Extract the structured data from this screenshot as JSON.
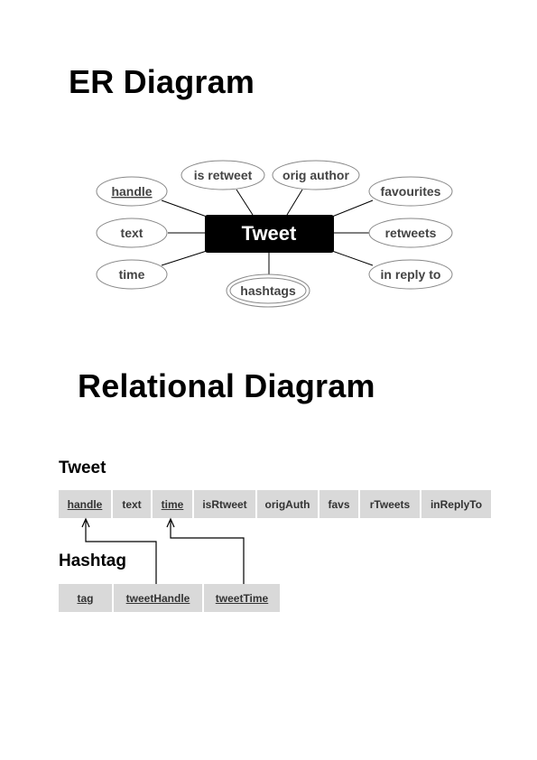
{
  "er_diagram": {
    "title": "ER Diagram",
    "entity": "Tweet",
    "attributes": [
      {
        "label": "handle",
        "key": true
      },
      {
        "label": "is retweet"
      },
      {
        "label": "orig author"
      },
      {
        "label": "favourites"
      },
      {
        "label": "text"
      },
      {
        "label": "retweets"
      },
      {
        "label": "time"
      },
      {
        "label": "hashtags",
        "multivalued": true
      },
      {
        "label": "in reply to"
      }
    ]
  },
  "relational_diagram": {
    "title": "Relational Diagram",
    "tables": [
      {
        "name": "Tweet",
        "columns": [
          "handle",
          "text",
          "time",
          "isRtweet",
          "origAuth",
          "favs",
          "rTweets",
          "inReplyTo"
        ],
        "primary_key": [
          "handle",
          "time"
        ]
      },
      {
        "name": "Hashtag",
        "columns": [
          "tag",
          "tweetHandle",
          "tweetTime"
        ],
        "primary_key": [
          "tag",
          "tweetHandle",
          "tweetTime"
        ]
      }
    ],
    "foreign_keys": [
      {
        "from": "Hashtag.tweetHandle",
        "to": "Tweet.handle"
      },
      {
        "from": "Hashtag.tweetTime",
        "to": "Tweet.time"
      }
    ]
  }
}
